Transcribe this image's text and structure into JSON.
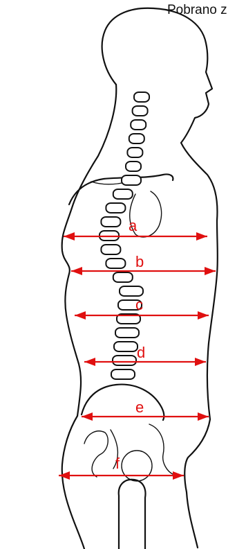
{
  "caption": "Pobrano z",
  "measurements": [
    {
      "label": "a"
    },
    {
      "label": "b"
    },
    {
      "label": "c"
    },
    {
      "label": "d"
    },
    {
      "label": "e"
    },
    {
      "label": "f"
    }
  ],
  "colors": {
    "measure": "#e01010",
    "outline": "#111111"
  }
}
